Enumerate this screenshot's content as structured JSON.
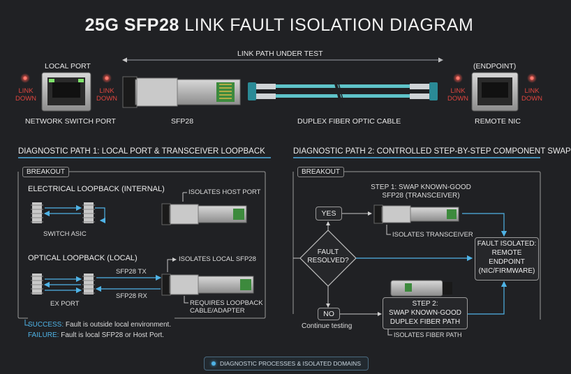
{
  "title": {
    "bold": "25G SFP28",
    "rest": "LINK FAULT ISOLATION DIAGRAM"
  },
  "top": {
    "link_path": "LINK PATH UNDER TEST",
    "local_port": "LOCAL PORT",
    "endpoint": "(ENDPOINT)",
    "link_down": [
      "LINK",
      "DOWN"
    ],
    "switch_port": "NETWORK SWITCH PORT",
    "sfp28": "SFP28",
    "cable": "DUPLEX FIBER OPTIC CABLE",
    "remote_nic": "REMOTE NIC"
  },
  "path1": {
    "title": "DIAGNOSTIC PATH 1: LOCAL PORT & TRANSCEIVER LOOPBACK",
    "breakout": "BREAKOUT",
    "electrical": "ELECTRICAL LOOPBACK (INTERNAL)",
    "isolates_host": "ISOLATES HOST PORT",
    "switch_asic": "SWITCH ASIC",
    "optical": "OPTICAL LOOPBACK (LOCAL)",
    "isolates_local": "ISOLATES LOCAL SFP28",
    "tx": "SFP28 TX",
    "rx": "SFP28 RX",
    "ex_port": "EX PORT",
    "requires_1": "REQUIRES LOOPBACK",
    "requires_2": "CABLE/ADAPTER",
    "success_key": "SUCCESS:",
    "success_text": "Fault is outside local environment.",
    "failure_key": "FAILURE:",
    "failure_text": "Fault is local SFP28 or Host Port."
  },
  "path2": {
    "title": "DIAGNOSTIC PATH 2: CONTROLLED STEP-BY-STEP COMPONENT SWAP",
    "breakout": "BREAKOUT",
    "step1_a": "STEP 1: SWAP KNOWN-GOOD",
    "step1_b": "SFP28 (TRANSCEIVER)",
    "yes": "YES",
    "no": "NO",
    "fault_a": "FAULT",
    "fault_b": "RESOLVED?",
    "isolates_transceiver": "ISOLATES TRANSCEIVER",
    "isolated_a": "FAULT ISOLATED:",
    "isolated_b": "REMOTE",
    "isolated_c": "ENDPOINT",
    "isolated_d": "(NIC/FIRMWARE)",
    "continue": "Continue testing",
    "step2_a": "STEP 2:",
    "step2_b": "SWAP KNOWN-GOOD",
    "step2_c": "DUPLEX FIBER PATH",
    "isolates_fiber": "ISOLATES FIBER PATH"
  },
  "footer": "DIAGNOSTIC PROCESSES & ISOLATED DOMAINS",
  "colors": {
    "accent": "#4fb3e6",
    "alert": "#e0463f",
    "cable": "#5fc3c9",
    "line": "#9a9a9a"
  },
  "icons": [
    "rj45-port-icon",
    "sfp28-transceiver-icon",
    "lc-connector-icon",
    "warning-led-icon"
  ]
}
